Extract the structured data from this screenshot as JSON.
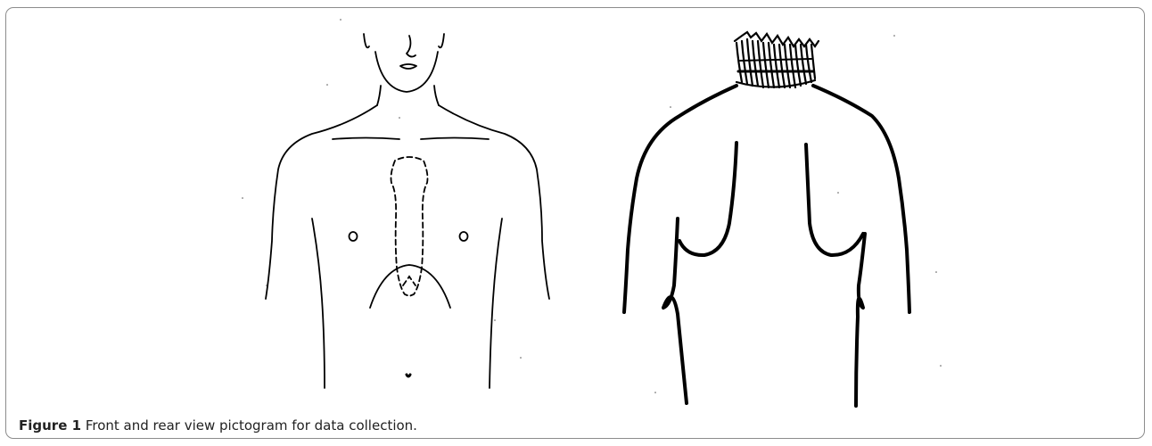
{
  "figure": {
    "caption_label": "Figure 1",
    "caption_text": " Front and rear view pictogram for data collection."
  },
  "pictogram": {
    "front_view_icon": "front-torso-outline",
    "rear_view_icon": "rear-torso-outline",
    "stroke_color": "#000000"
  }
}
